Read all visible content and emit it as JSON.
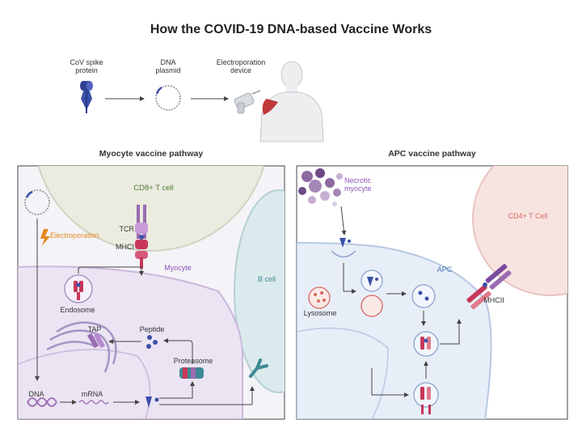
{
  "title": "How the COVID-19 DNA-based Vaccine Works",
  "top_row": {
    "spike_label": "CoV spike\nprotein",
    "plasmid_label": "DNA\nplasmid",
    "device_label": "Electroporation\ndevice"
  },
  "left_panel": {
    "title": "Myocyte vaccine pathway",
    "cd8_label": "CD8+ T cell",
    "b_cell_label": "B cell",
    "myocyte_label": "Myocyte",
    "electroporation_label": "Electroporation",
    "tcr_label": "TCR",
    "mhci_label": "MHCI",
    "endosome_label": "Endosome",
    "tap_label": "TAP",
    "peptide_label": "Peptide",
    "proteasome_label": "Proteasome",
    "dna_label": "DNA",
    "mrna_label": "mRNA"
  },
  "right_panel": {
    "title": "APC vaccine pathway",
    "necrotic_label": "Necrotic\nmyocyte",
    "cd4_label": "CD4+ T Cell",
    "apc_label": "APC",
    "lysosome_label": "Lysosome",
    "mhcii_label": "MHCII"
  },
  "colors": {
    "spike_blue": "#3a4fa8",
    "mhc_red": "#c8375a",
    "tcr_purple": "#9a6bb0",
    "myocyte_purple": "#8a56b8",
    "electro_orange": "#e68a1e",
    "cd8_green": "#4f7a3a",
    "bcell_teal": "#3d8a94",
    "cd4_red": "#d66a60",
    "apc_blue": "#4a76b8"
  }
}
